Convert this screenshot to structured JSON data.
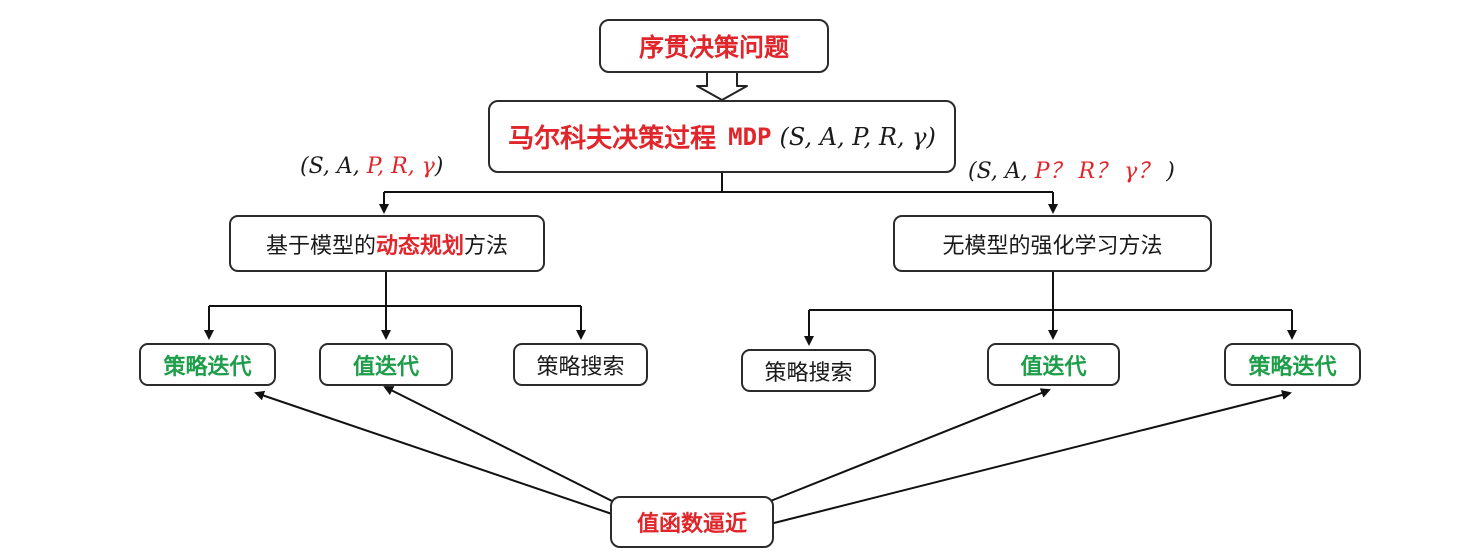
{
  "nodes": {
    "root": "序贯决策问题",
    "mdp_text": "马尔科夫决策过程",
    "mdp_abbr": "MDP",
    "mdp_tuple": "(S, A, P, R, γ)",
    "model_based_a": "基于模型的",
    "model_based_b": "动态规划",
    "model_based_c": "方法",
    "model_free": "无模型的强化学习方法",
    "left_policy_iteration": "策略迭代",
    "left_value_iteration": "值迭代",
    "left_policy_search": "策略搜索",
    "right_policy_search": "策略搜索",
    "right_value_iteration": "值迭代",
    "right_policy_iteration": "策略迭代",
    "value_function_approx": "值函数逼近"
  },
  "annotations": {
    "left_tuple_open": "(",
    "left_tuple_black": "S, A, ",
    "left_tuple_red": "P, R, γ",
    "left_tuple_close": ")",
    "right_tuple_open": "(",
    "right_tuple_black": "S, A, ",
    "right_tuple_red": "P？ R？ γ？",
    "right_tuple_close": " )"
  },
  "colors": {
    "highlight_red": "#e0262b",
    "algorithm_green": "#1e9e4a",
    "stroke": "#2b2b2b"
  }
}
